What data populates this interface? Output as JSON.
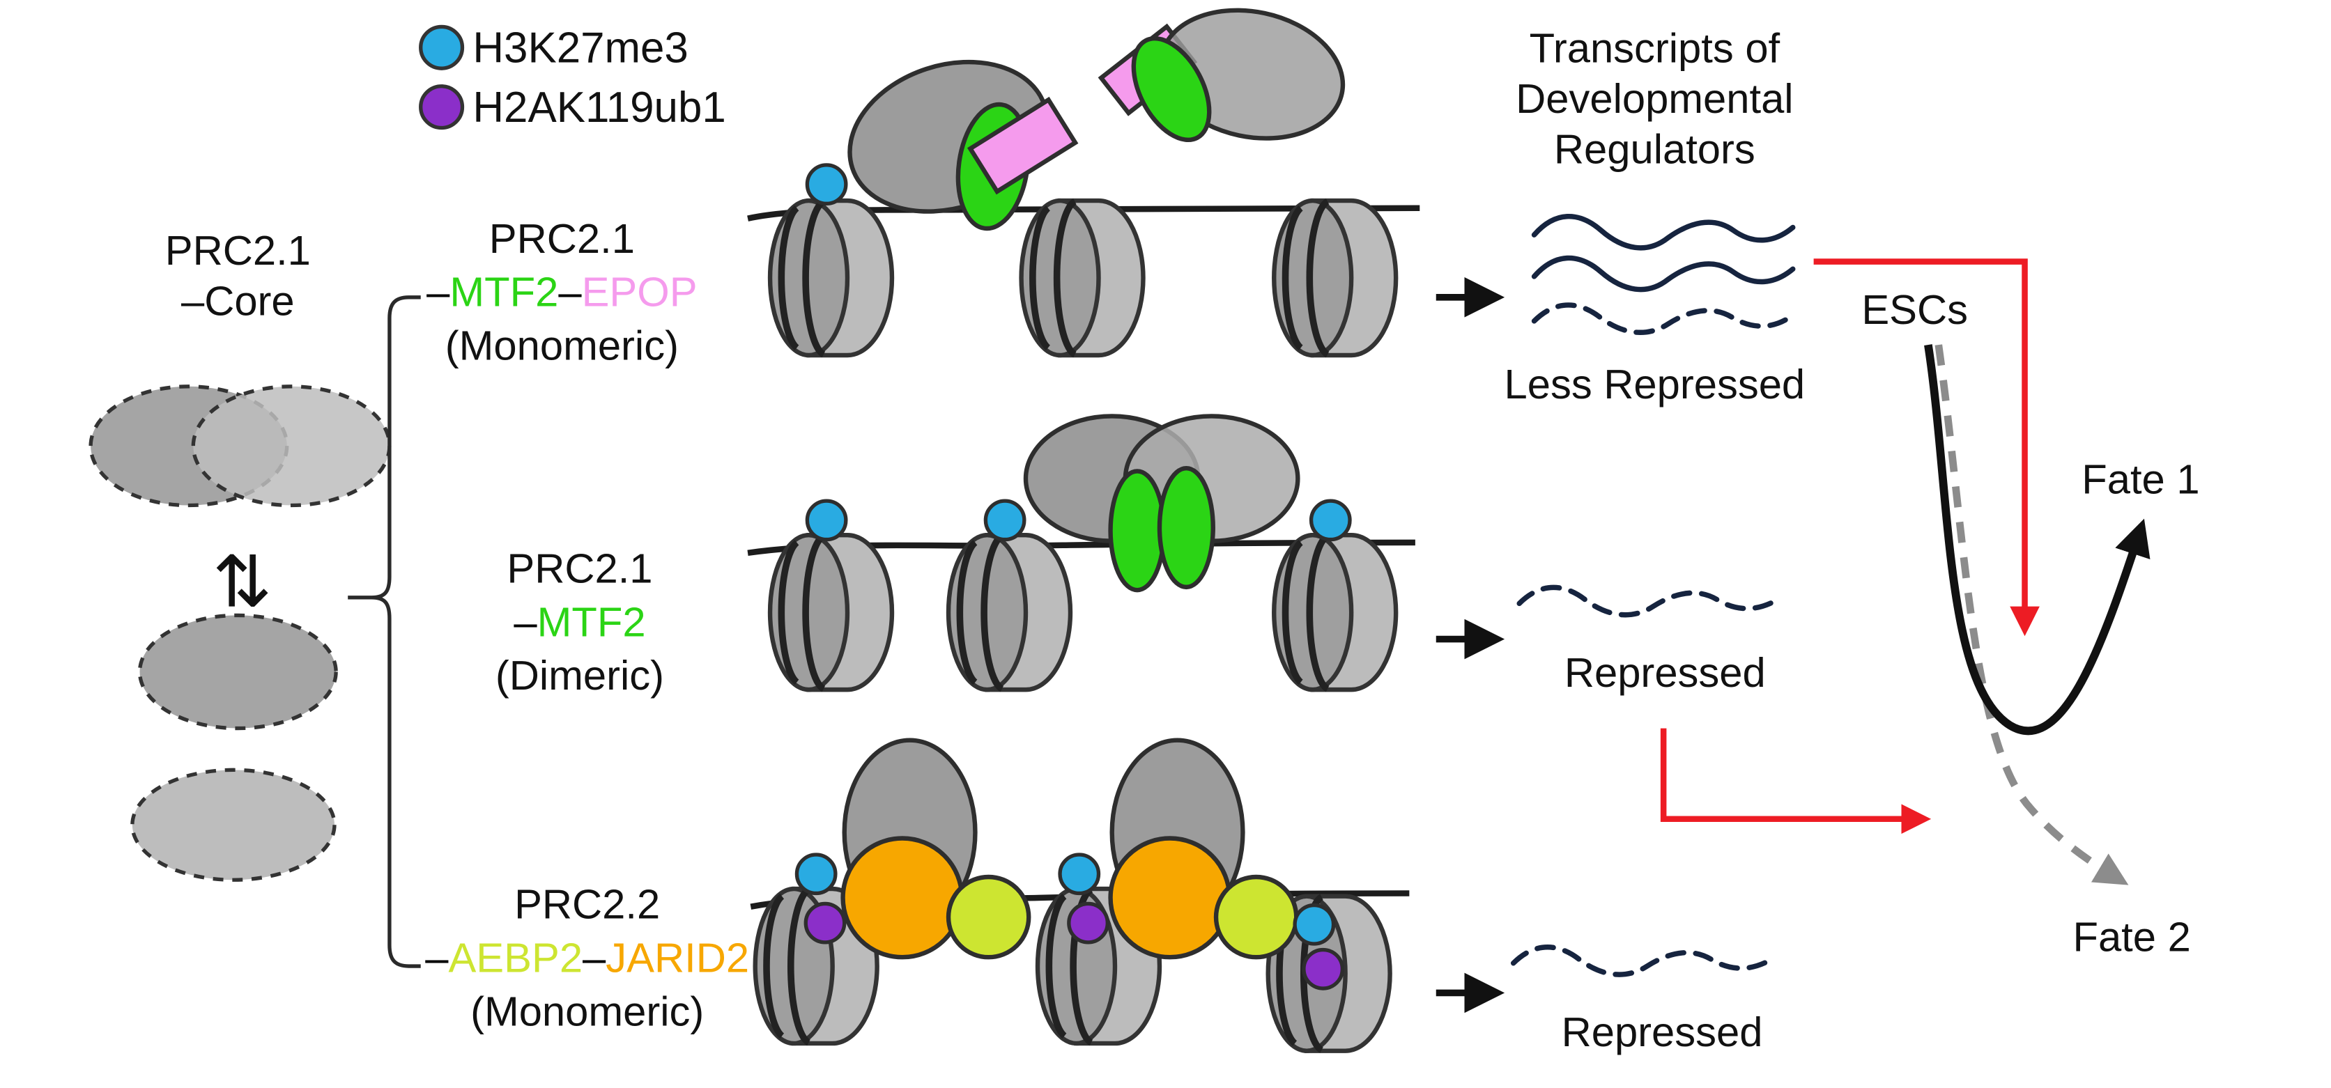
{
  "colors": {
    "h3k27me3": "#29ABE2",
    "h2ak119ub1": "#8B2FC9",
    "mtf2": "#2BD415",
    "epop": "#F59BED",
    "aebp2": "#CDE531",
    "jarid2": "#F7A700",
    "transcript": "#16243F",
    "red_arrow": "#ED1C24",
    "fate1": "#111111",
    "fate2": "#8C8C8C"
  },
  "legend": {
    "items": [
      {
        "label": "H3K27me3"
      },
      {
        "label": "H2AK119ub1"
      }
    ]
  },
  "left_panel": {
    "core_label_line1": "PRC2.1",
    "core_label_line2": "–Core",
    "equilibrium_symbol": "⇅"
  },
  "complexes": [
    {
      "name": "PRC2.1",
      "subunit_parts": [
        {
          "text": "–",
          "color": "#000000"
        },
        {
          "text": "MTF2",
          "color": "#2BD415"
        },
        {
          "text": "–",
          "color": "#000000"
        },
        {
          "text": "EPOP",
          "color": "#F59BED"
        }
      ],
      "form": "(Monomeric)",
      "transcript_status": "Less Repressed"
    },
    {
      "name": "PRC2.1",
      "subunit_parts": [
        {
          "text": "–",
          "color": "#000000"
        },
        {
          "text": "MTF2",
          "color": "#2BD415"
        }
      ],
      "form": "(Dimeric)",
      "transcript_status": "Repressed"
    },
    {
      "name": "PRC2.2",
      "subunit_parts": [
        {
          "text": "–",
          "color": "#000000"
        },
        {
          "text": "AEBP2",
          "color": "#CDE531"
        },
        {
          "text": "–",
          "color": "#000000"
        },
        {
          "text": "JARID2",
          "color": "#F7A700"
        }
      ],
      "form": "(Monomeric)",
      "transcript_status": "Repressed"
    }
  ],
  "transcripts": {
    "title_line1": "Transcripts of",
    "title_line2": "Developmental",
    "title_line3": "Regulators"
  },
  "fate_diagram": {
    "start_label": "ESCs",
    "fate1_label": "Fate 1",
    "fate2_label": "Fate 2"
  }
}
